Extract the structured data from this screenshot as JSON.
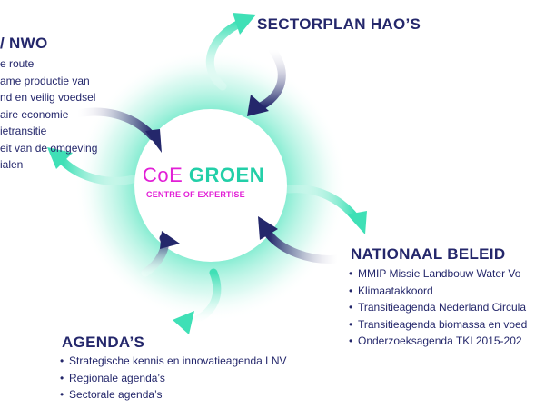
{
  "center": {
    "logo_coe": "CoE",
    "logo_groen": "GROEN",
    "subtitle": "CENTRE OF EXPERTISE"
  },
  "left_block": {
    "heading": "/ NWO",
    "items": [
      "e route",
      "ame productie van",
      "nd en veilig voedsel",
      "aire economie",
      "ietransitie",
      "eit van de omgeving",
      "ialen"
    ]
  },
  "sectorplan": {
    "heading": "SECTORPLAN HAO’S"
  },
  "nationaal": {
    "heading": "NATIONAAL BELEID",
    "items": [
      "MMIP Missie Landbouw Water Vo",
      "Klimaatakkoord",
      "Transitieagenda Nederland Circula",
      "Transitieagenda biomassa en voed",
      "Onderzoeksagenda TKI 2015-202"
    ]
  },
  "agendas": {
    "heading": "AGENDA’S",
    "items": [
      "Strategische kennis en innovatieagenda LNV",
      "Regionale agenda’s",
      "Sectorale agenda’s"
    ]
  },
  "colors": {
    "navy": "#24276b",
    "mint": "#3fe0b6",
    "magenta": "#e21fd6",
    "groen": "#23cfa8"
  }
}
